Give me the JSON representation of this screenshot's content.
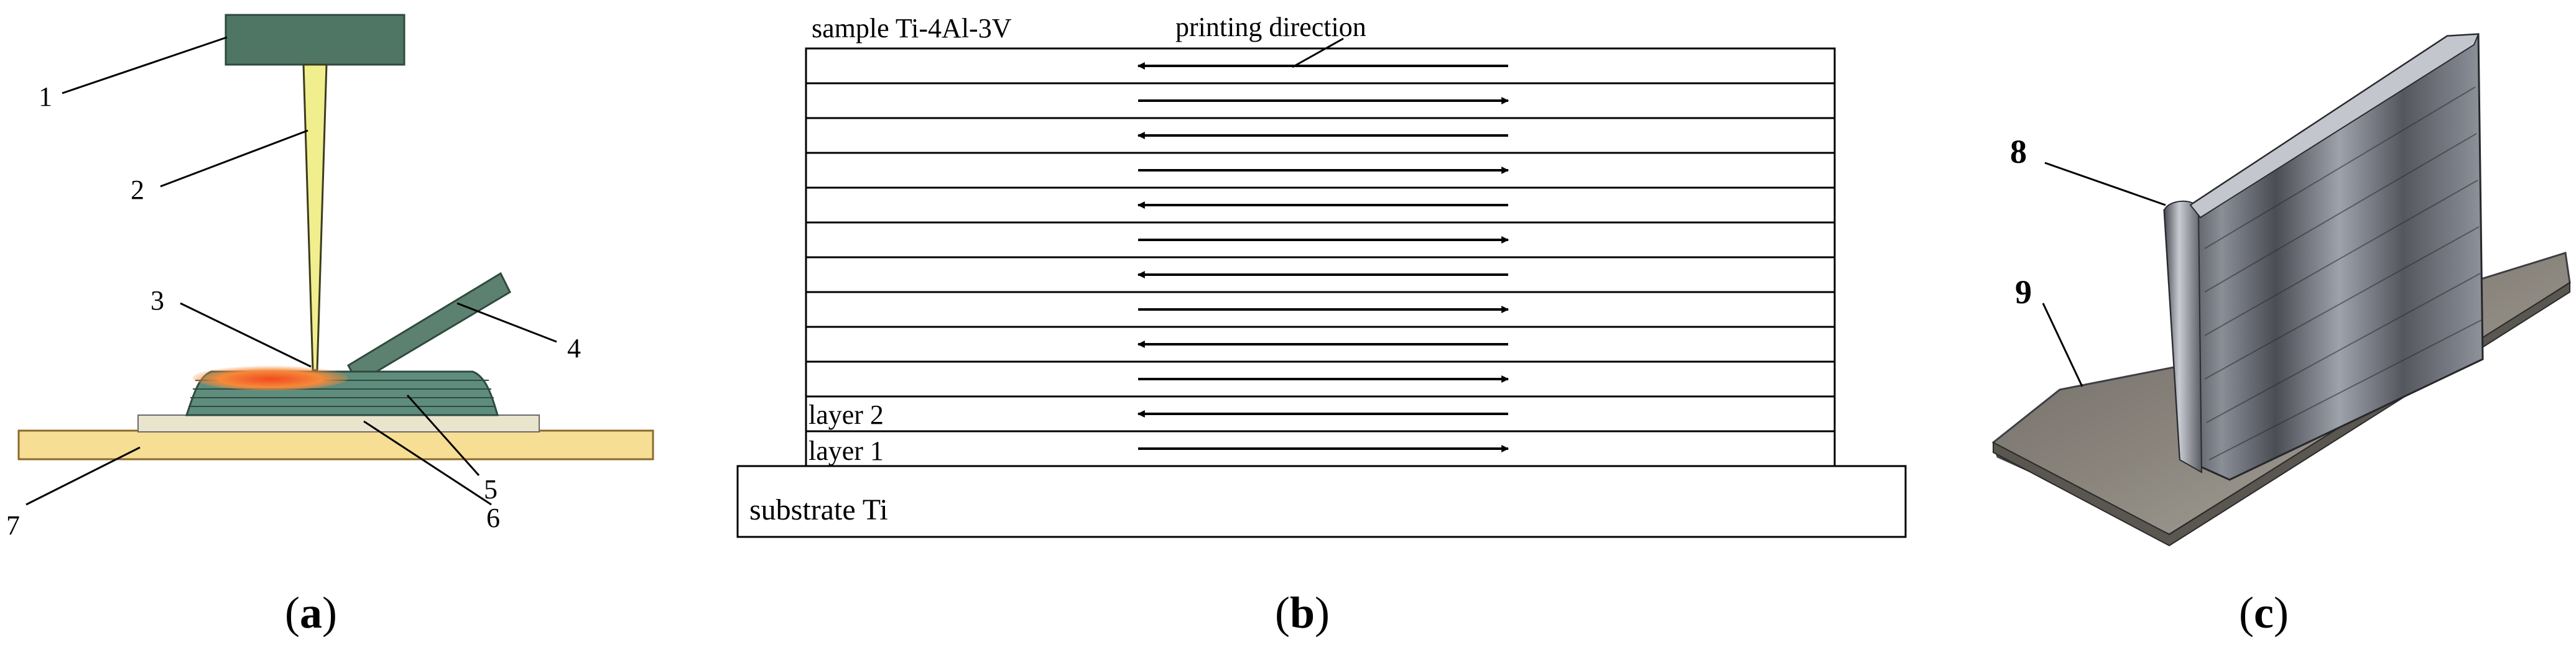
{
  "panel_a": {
    "callouts": [
      "1",
      "2",
      "3",
      "4",
      "5",
      "6",
      "7"
    ],
    "caption_open": "(",
    "caption_letter": "a",
    "caption_close": ")"
  },
  "panel_b": {
    "sample_label": "sample Ti-4Al-3V",
    "direction_label": "printing direction",
    "layer2_label": "layer 2",
    "layer1_label": "layer 1",
    "substrate_label": "substrate Ti",
    "caption_open": "(",
    "caption_letter": "b",
    "caption_close": ")"
  },
  "panel_c": {
    "callouts": [
      "8",
      "9"
    ],
    "caption_open": "(",
    "caption_letter": "c",
    "caption_close": ")"
  },
  "colors": {
    "laser_head": "#4f7665",
    "beam": "#f1ee8e",
    "nozzle": "#5d8170",
    "deposit": "#5f8d7d",
    "melt_pool": "#f36a2a",
    "interlayer": "#e9e4cc",
    "substrate_plate": "#f7de95",
    "substrate_plate_edge": "#caa862",
    "metal_dark": "#3e3f44",
    "metal_light": "#b8bcc4"
  }
}
